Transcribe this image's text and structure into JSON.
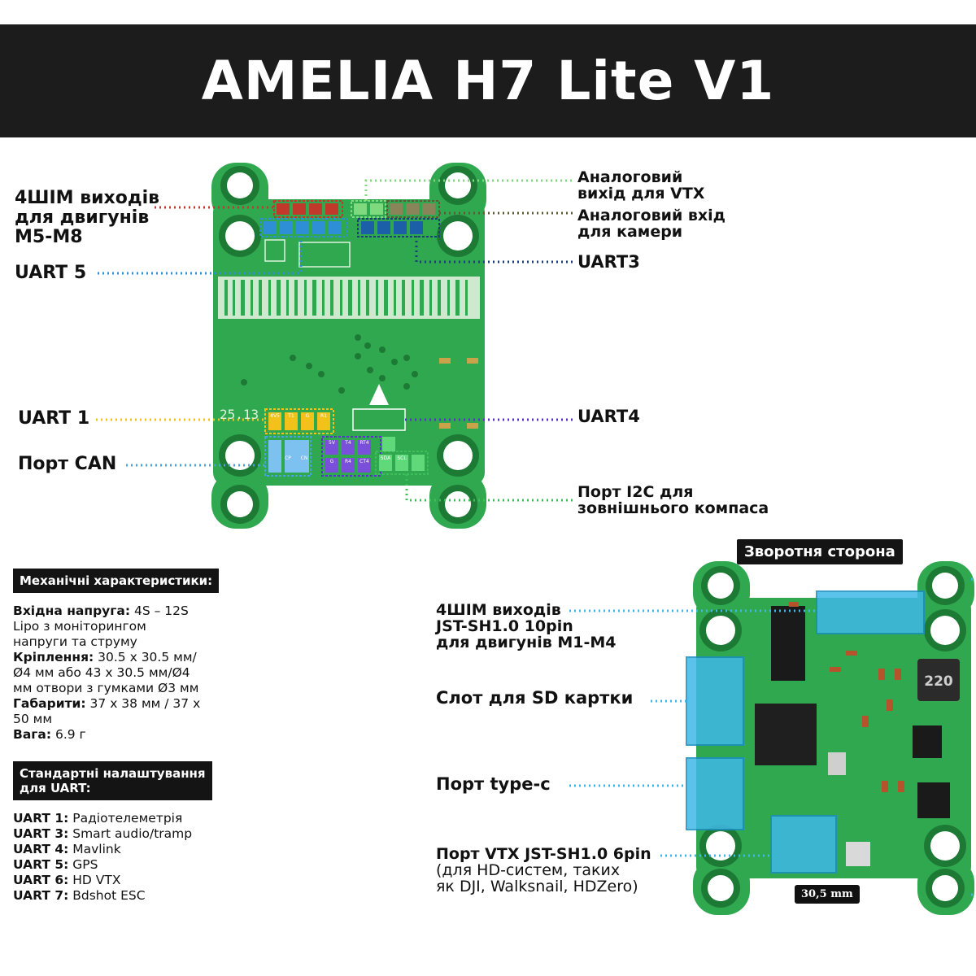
{
  "title": "AMELIA H7 Lite V1",
  "front": {
    "labels": {
      "pwm_line1": "4ШІМ виходів",
      "pwm_line2": "для двигунів",
      "pwm_line3": "M5-M8",
      "uart5": "UART 5",
      "uart1": "UART 1",
      "can": "Порт CAN",
      "vtx_line1": "Аналоговий",
      "vtx_line2": "вихід для VTX",
      "cam_line1": "Аналоговий вхід",
      "cam_line2": "для камери",
      "uart3": "UART3",
      "uart4": "UART4",
      "i2c_line1": "Порт I2C для",
      "i2c_line2": "зовнішнього компаса"
    },
    "silkscreen": {
      "date": "25.13",
      "pad_labels_uart1": [
        "4V5",
        "T1",
        "G",
        "R1"
      ],
      "pad_labels_mid": [
        "5V",
        "T4",
        "RT4"
      ],
      "pad_labels_low": [
        "G",
        "R4",
        "CT4"
      ],
      "pad_labels_can": [
        "CP",
        "CN"
      ],
      "pad_labels_i2c": [
        "SDA",
        "SCL"
      ]
    }
  },
  "back": {
    "title": "Зворотня сторона",
    "labels": {
      "pwm_line1": "4ШІМ виходів",
      "pwm_line2": "JST-SH1.0 10pin",
      "pwm_line3": "для двигунів M1-M4",
      "sd": "Слот для SD картки",
      "typec": "Порт type-c",
      "vtx_line1": "Порт VTX JST-SH1.0 6pin",
      "vtx_line2": "(для HD-систем, таких",
      "vtx_line3": "як DJI, Walksnail, HDZero)"
    },
    "dimension": "30,5 mm",
    "inductor": "220"
  },
  "specs": {
    "mech_header": "Механічні характеристики:",
    "voltage_key": "Вхідна напруга:",
    "voltage_val": " 4S – 12S",
    "voltage_line2": "Lipo з моніторингом",
    "voltage_line3": "напруги та струму",
    "mount_key": "Кріплення:",
    "mount_val": " 30.5 х 30.5 мм/",
    "mount_line2": "Ø4 мм або 43 х 30.5 мм/Ø4",
    "mount_line3": "мм отвори з гумками Ø3 мм",
    "dims_key": "Габарити:",
    "dims_val": " 37 х 38 мм / 37 х",
    "dims_line2": "50 мм",
    "weight_key": "Вага:",
    "weight_val": " 6.9 г",
    "uart_header_line1": "Стандартні налаштування",
    "uart_header_line2": "для UART:",
    "uarts": [
      {
        "key": "UART 1:",
        "val": " Радіотелеметрія"
      },
      {
        "key": "UART 3:",
        "val": " Smart audio/tramp"
      },
      {
        "key": "UART 4:",
        "val": " Mavlink"
      },
      {
        "key": "UART 5:",
        "val": " GPS"
      },
      {
        "key": "UART 6:",
        "val": " HD VTX"
      },
      {
        "key": "UART 7:",
        "val": " Bdshot ESC"
      }
    ]
  },
  "colors": {
    "banner": "#1c1c1c",
    "pcb": "#2fa84f",
    "pcb_dark": "#1d7a35",
    "pwm_red": "#c0392b",
    "uart5_blue": "#2e8fd6",
    "vtx_green": "#7fd97f",
    "cam_olive": "#5e5a35",
    "uart3_navy": "#1a3f78",
    "uart1_yellow": "#f2c21a",
    "uart4_purple": "#5b2fd1",
    "can_blue": "#4aa3e0",
    "i2c_green": "#3fbf5a",
    "connector_cyan": "#3fb8e8"
  }
}
